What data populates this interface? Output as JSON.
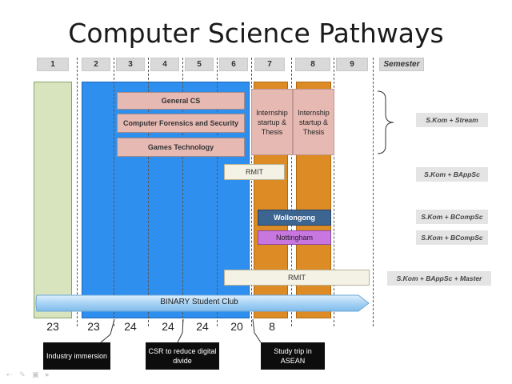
{
  "title": "Computer Science Pathways",
  "semesters": [
    "1",
    "2",
    "3",
    "4",
    "5",
    "6",
    "7",
    "8",
    "9"
  ],
  "semester_label": "Semester",
  "streams": [
    "General CS",
    "Computer Forensics and Security",
    "Games Technology"
  ],
  "internship": "Internship startup & Thesis",
  "rmit_short": "RMIT",
  "wollongong": "Wollongong",
  "nottingham": "Nottingham",
  "rmit_long": "RMIT",
  "club": "BINARY Student Club",
  "degrees": [
    "S.Kom + Stream",
    "S.Kom + BAppSc",
    "S.Kom + BCompSc",
    "S.Kom + BCompSc",
    "S.Kom + BAppSc + Master"
  ],
  "counts": [
    "23",
    "23",
    "24",
    "24",
    "24",
    "20",
    "8"
  ],
  "callouts": [
    "Industry immersion",
    "CSR to reduce digital divide",
    "Study trip in ASEAN"
  ],
  "colors": {
    "green": "#d7e4bd",
    "blue": "#2f8fef",
    "orange": "#dd8b25",
    "pink": "#e6b9b3",
    "navy": "#3c6591",
    "purple": "#c876e0",
    "cream": "#f4f2e4",
    "arrow": "#a9d3f5"
  },
  "nav_icons": [
    "back-icon",
    "pen-icon",
    "slides-icon",
    "more-icon"
  ]
}
